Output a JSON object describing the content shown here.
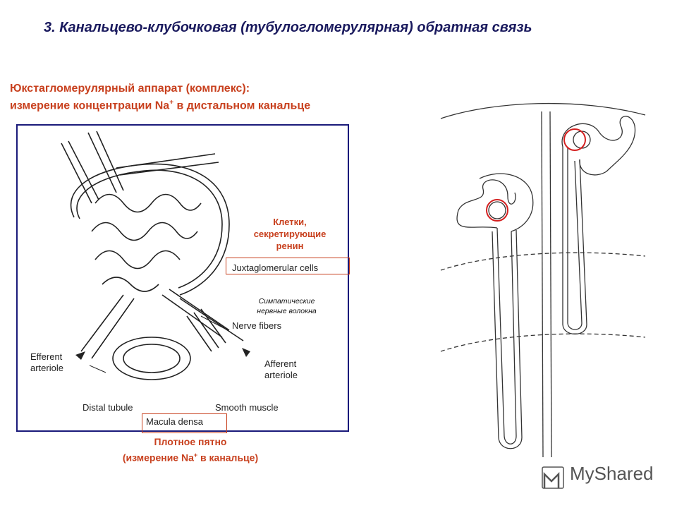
{
  "title": "3. Канальцево-клубочковая (тубулогломерулярная) обратная связь",
  "jga": {
    "line1": "Юкстагломерулярный аппарат (комплекс):",
    "line2_pre": "измерение концентрации Na",
    "line2_sup": "+",
    "line2_post": " в дистальном канальце"
  },
  "diagram_labels": {
    "juxtaglomerular_cells": "Juxtaglomerular cells",
    "nerve_fibers": "Nerve fibers",
    "efferent_arteriole_1": "Efferent",
    "efferent_arteriole_2": "arteriole",
    "afferent_arteriole_1": "Afferent",
    "afferent_arteriole_2": "arteriole",
    "distal_tubule": "Distal tubule",
    "smooth_muscle": "Smooth muscle",
    "macula_densa": "Macula densa"
  },
  "ru_annotations": {
    "renin_1": "Клетки,",
    "renin_2": "секретирующие",
    "renin_3": "ренин",
    "sympathetic_1": "Симпатические",
    "sympathetic_2": "нервные волокна",
    "macula_1": "Плотное пятно",
    "macula_2_pre": "(измерение Na",
    "macula_2_sup": "+",
    "macula_2_post": " в канальце)"
  },
  "watermark": "MyShared",
  "colors": {
    "title": "#1a1a5e",
    "accent_red": "#c8401e",
    "frame": "#1a1a7a"
  }
}
